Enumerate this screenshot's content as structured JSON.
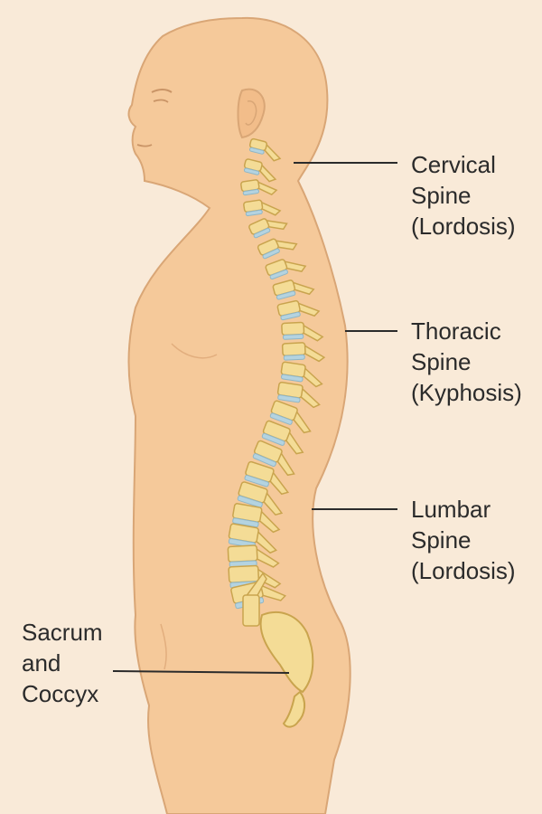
{
  "labels": {
    "cervical": {
      "lines": [
        "Cervical",
        "Spine",
        "(Lordosis)"
      ]
    },
    "thoracic": {
      "lines": [
        "Thoracic",
        "Spine",
        "(Kyphosis)"
      ]
    },
    "lumbar": {
      "lines": [
        "Lumbar",
        "Spine",
        "(Lordosis)"
      ]
    },
    "sacrum": {
      "lines": [
        "Sacrum",
        "and",
        "Coccyx"
      ]
    }
  },
  "colors": {
    "background": "#f9ead8",
    "skin": "#f5c99a",
    "skin_outline": "#d9a676",
    "bone": "#f4dc96",
    "bone_outline": "#c9a44e",
    "disc": "#b4d3e0",
    "leader_line": "#2b2b2b",
    "text": "#2b2b2b"
  }
}
